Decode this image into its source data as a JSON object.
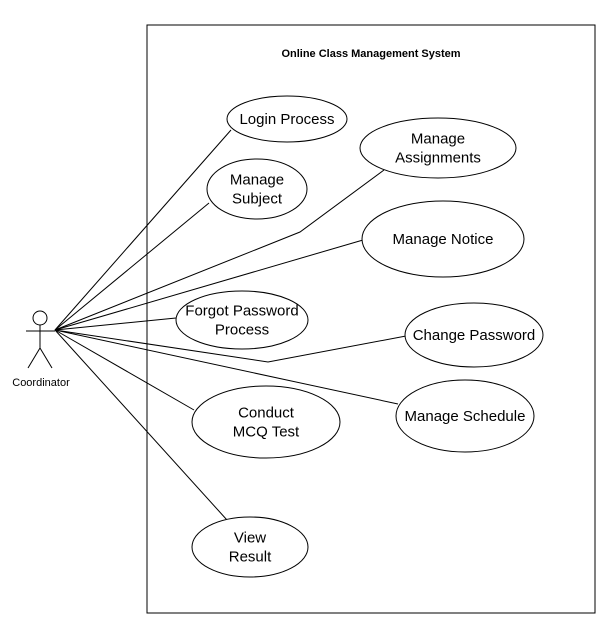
{
  "system": {
    "title": "Online Class Management System"
  },
  "actor": {
    "label": "Coordinator"
  },
  "use_cases": [
    {
      "id": "login",
      "lines": [
        "Login Process"
      ]
    },
    {
      "id": "manage-subject",
      "lines": [
        "Manage",
        "Subject"
      ]
    },
    {
      "id": "manage-assignments",
      "lines": [
        "Manage",
        "Assignments"
      ]
    },
    {
      "id": "manage-notice",
      "lines": [
        "Manage Notice"
      ]
    },
    {
      "id": "forgot-password",
      "lines": [
        "Forgot Password",
        "Process"
      ]
    },
    {
      "id": "change-password",
      "lines": [
        "Change Password"
      ]
    },
    {
      "id": "conduct-mcq",
      "lines": [
        "Conduct",
        "MCQ Test"
      ]
    },
    {
      "id": "manage-schedule",
      "lines": [
        "Manage Schedule"
      ]
    },
    {
      "id": "view-result",
      "lines": [
        "View",
        "Result"
      ]
    }
  ]
}
